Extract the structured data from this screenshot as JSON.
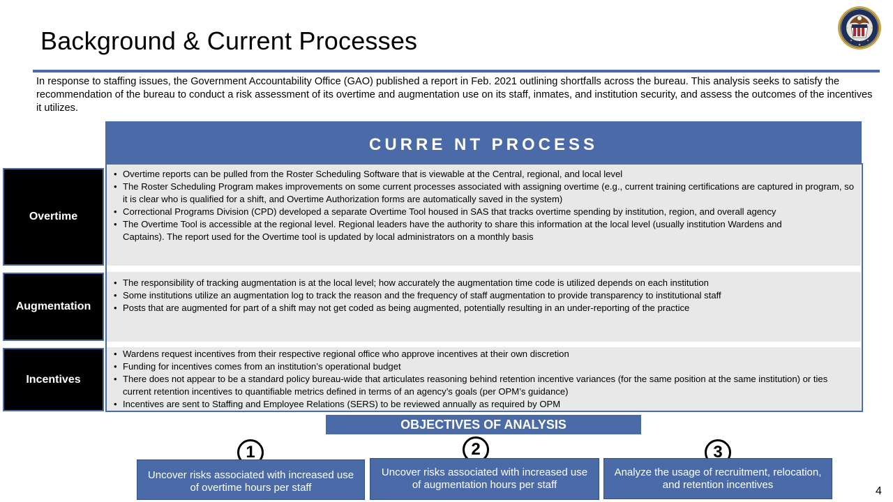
{
  "page": {
    "title": "Background & Current Processes",
    "intro": "In response to staffing issues, the Government Accountability Office (GAO) published a report in Feb. 2021 outlining shortfalls across the bureau. This analysis seeks to satisfy the recommendation of the bureau to conduct a risk assessment of its overtime and augmentation use on its staff, inmates, and institution security, and assess the outcomes of the incentives it utilizes.",
    "page_number": "4"
  },
  "current_process": {
    "header": "CURRE NT PROCESS",
    "rows": [
      {
        "label": "Overtime",
        "bullets": [
          "Overtime reports can be pulled from the Roster Scheduling Software that is viewable at the Central, regional, and local level",
          "The Roster Scheduling Program makes improvements on some current processes associated with assigning overtime (e.g., current training certifications are captured in program, so it is clear who is qualified for a shift, and Overtime Authorization forms are automatically saved in the system)",
          "Correctional Programs Division (CPD) developed a separate Overtime Tool housed in SAS that tracks overtime spending by institution, region, and overall agency",
          "The Overtime Tool is accessible at the regional level. Regional leaders have the authority to share this information at the local level (usually institution Wardens and Captains). The report used for the Overtime tool is updated by local administrators on a monthly basis"
        ]
      },
      {
        "label": "Augmentation",
        "bullets": [
          "The responsibility of tracking augmentation is at the local level; how accurately the augmentation time code is utilized depends on each institution",
          "Some institutions utilize an augmentation log to track the reason and the frequency of staff augmentation to provide transparency to institutional staff",
          "Posts that are augmented for part of a shift may not get coded as being augmented, potentially resulting in an under-reporting of the practice"
        ]
      },
      {
        "label": "Incentives",
        "bullets": [
          "Wardens request incentives from their respective regional office who approve incentives at their own discretion",
          "Funding for incentives comes from an institution’s operational budget",
          "There does not appear to be a standard policy bureau-wide that articulates reasoning behind retention incentive variances (for the same position at the same institution) or ties current retention incentives to quantifiable metrics defined in terms of an agency’s goals (per OPM’s guidance)",
          "Incentives are sent to Staffing and Employee Relations (SERS) to be reviewed annually as required by OPM"
        ]
      }
    ]
  },
  "objectives": {
    "header": "OBJECTIVES OF ANALYSIS",
    "items": [
      {
        "number": "1",
        "text": "Uncover risks associated with increased use of overtime hours per staff"
      },
      {
        "number": "2",
        "text": "Uncover risks associated with increased use of augmentation hours per staff"
      },
      {
        "number": "3",
        "text": "Analyze the usage of recruitment, relocation, and retention incentives"
      }
    ]
  },
  "colors": {
    "accent": "#4a6aa8",
    "row_background": "#e8e8e8",
    "label_background": "#000000"
  },
  "icons": {
    "seal": "department-of-justice-seal-icon"
  }
}
